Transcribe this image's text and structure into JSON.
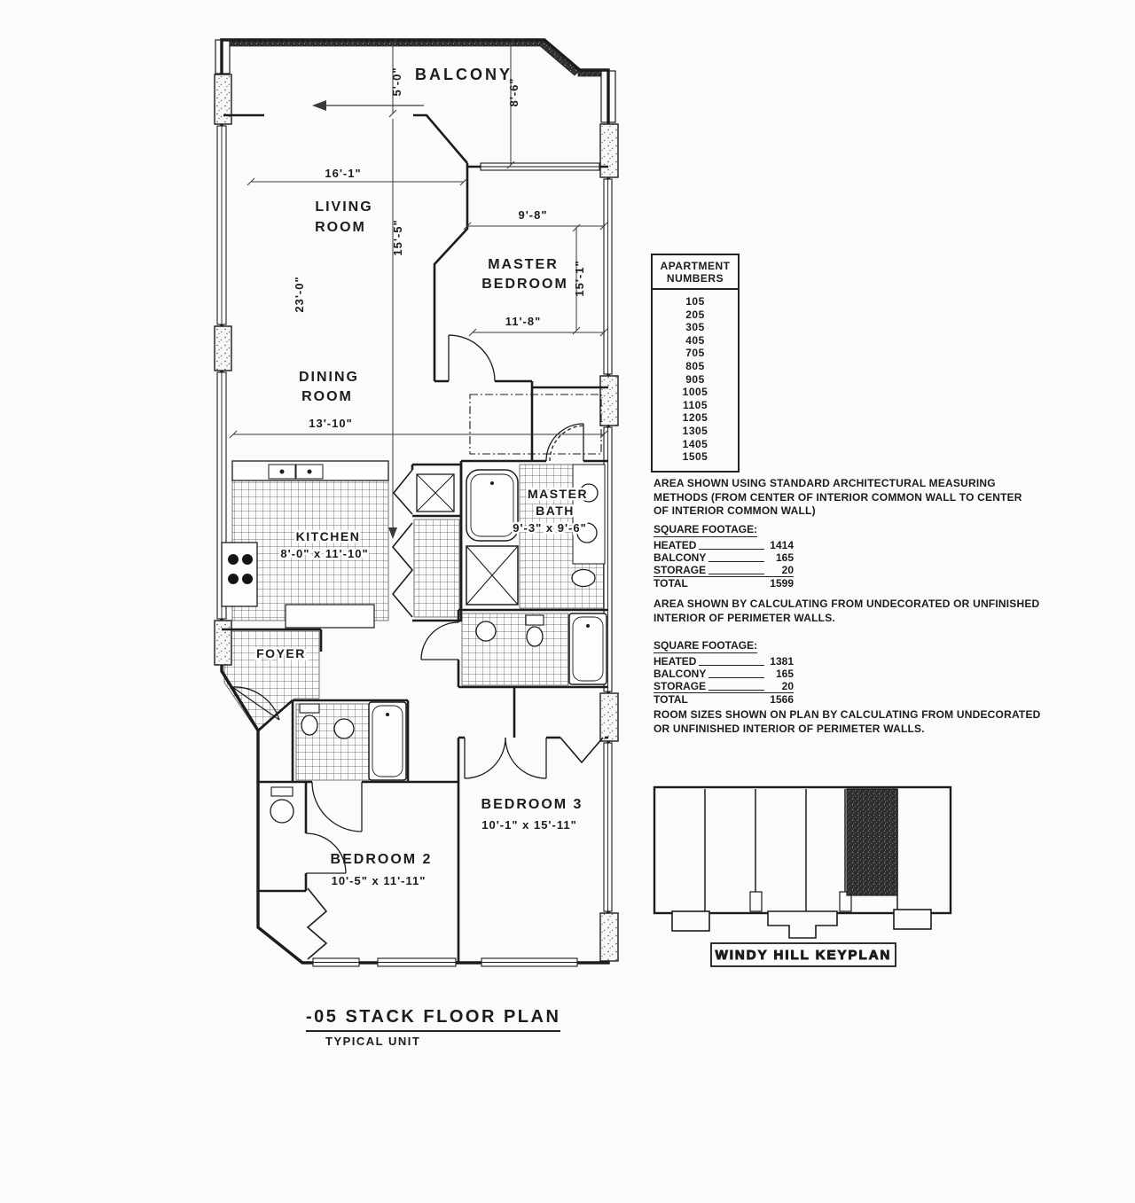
{
  "title": {
    "main": "-05 STACK FLOOR PLAN",
    "sub": "TYPICAL UNIT"
  },
  "apartment_numbers": {
    "header_line1": "APARTMENT",
    "header_line2": "NUMBERS",
    "units": [
      "105",
      "205",
      "305",
      "405",
      "705",
      "805",
      "905",
      "1005",
      "1105",
      "1205",
      "1305",
      "1405",
      "1505"
    ]
  },
  "notes": {
    "note1": "AREA SHOWN USING STANDARD ARCHITECTURAL MEASURING METHODS (FROM CENTER OF INTERIOR COMMON WALL TO CENTER OF INTERIOR COMMON WALL)",
    "note2": "AREA SHOWN BY CALCULATING FROM UNDECORATED OR UNFINISHED INTERIOR OF PERIMETER WALLS.",
    "note3": "ROOM SIZES SHOWN ON PLAN BY CALCULATING FROM UNDECORATED OR UNFINISHED INTERIOR OF PERIMETER WALLS."
  },
  "square_footage_1": {
    "heading": "SQUARE FOOTAGE:",
    "rows": [
      {
        "label": "HEATED",
        "value": "1414"
      },
      {
        "label": "BALCONY",
        "value": "165"
      },
      {
        "label": "STORAGE",
        "value": "20"
      },
      {
        "label": "TOTAL",
        "value": "1599"
      }
    ]
  },
  "square_footage_2": {
    "heading": "SQUARE FOOTAGE:",
    "rows": [
      {
        "label": "HEATED",
        "value": "1381"
      },
      {
        "label": "BALCONY",
        "value": "165"
      },
      {
        "label": "STORAGE",
        "value": "20"
      },
      {
        "label": "TOTAL",
        "value": "1566"
      }
    ]
  },
  "keyplan": {
    "label": "WINDY HILL KEYPLAN"
  },
  "rooms": {
    "balcony": "BALCONY",
    "living_1": "LIVING",
    "living_2": "ROOM",
    "master_bedroom_1": "MASTER",
    "master_bedroom_2": "BEDROOM",
    "dining_1": "DINING",
    "dining_2": "ROOM",
    "kitchen": "KITCHEN",
    "kitchen_dim": "8'-0\" x 11'-10\"",
    "master_bath_1": "MASTER",
    "master_bath_2": "BATH",
    "master_bath_dim": "9'-3\" x 9'-6\"",
    "foyer": "FOYER",
    "bedroom3": "BEDROOM 3",
    "bedroom3_dim": "10'-1\" x 15'-11\"",
    "bedroom2": "BEDROOM 2",
    "bedroom2_dim": "10'-5\" x 11'-11\""
  },
  "dims": {
    "balcony_depth": "5'-0\"",
    "balcony_right_depth": "8'-6\"",
    "living_width": "16'-1\"",
    "living_length": "15'-5\"",
    "west_length": "23'-0\"",
    "mbr_width_top": "9'-8\"",
    "mbr_length": "15'-1\"",
    "mbr_width_bottom": "11'-8\"",
    "dining_width": "13'-10\""
  }
}
